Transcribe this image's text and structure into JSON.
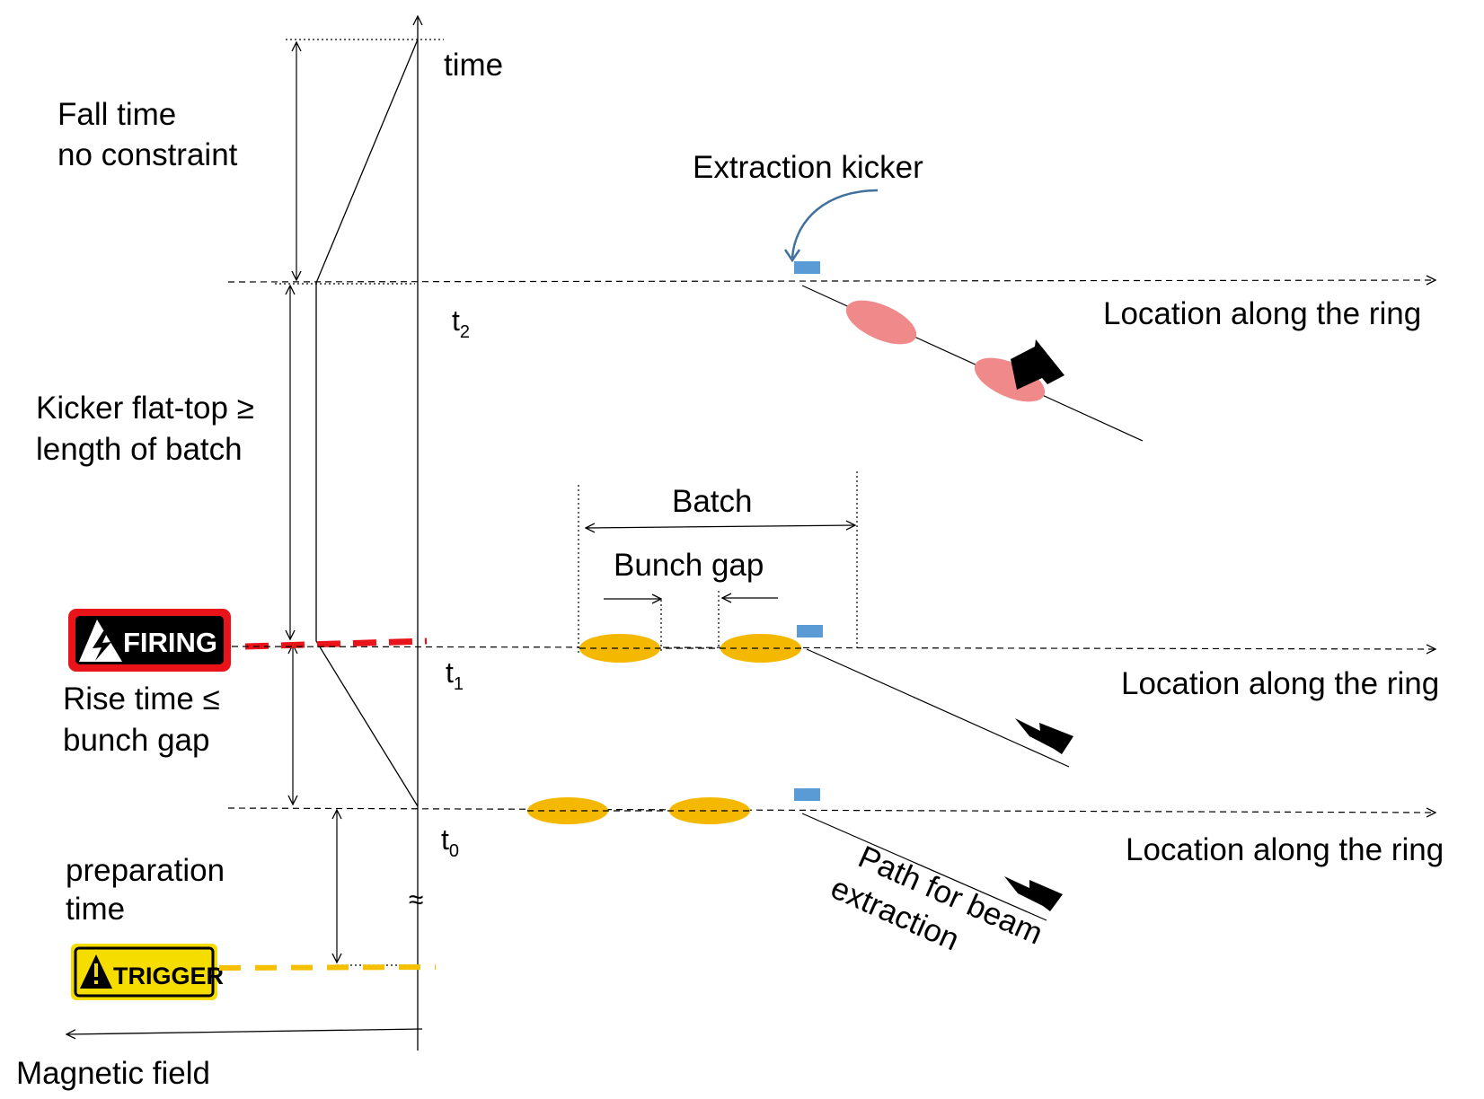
{
  "labels": {
    "time_axis": "time",
    "magnetic_axis": "Magnetic field",
    "fall_time_1": "Fall time",
    "fall_time_2": "no constraint",
    "flat_top_1": "Kicker flat-top ≥",
    "flat_top_2": "length of batch",
    "rise_time_1": "Rise time ≤",
    "rise_time_2": "bunch gap",
    "prep_1": "preparation",
    "prep_2": "time",
    "extraction_kicker": "Extraction kicker",
    "batch": "Batch",
    "bunch_gap": "Bunch gap",
    "location_t2": "Location along the ring",
    "location_t1": "Location along the ring",
    "location_t0": "Location along the ring",
    "path_1": "Path for beam",
    "path_2": "extraction",
    "t2_base": "t",
    "t2_sub": "2",
    "t1_base": "t",
    "t1_sub": "1",
    "t0_base": "t",
    "t0_sub": "0",
    "approx": "≈",
    "firing": "FIRING",
    "trigger": "TRIGGER"
  },
  "icons": {
    "firing_icon": "lightning-warning-icon",
    "trigger_icon": "exclamation-warning-icon"
  },
  "colors": {
    "firing_red": "#e8141a",
    "trigger_yellow": "#f5c000",
    "bunch_orange": "#f5b800",
    "extracted_bunch_pink": "#f08a8a",
    "kicker_blue": "#5b9bd5",
    "curve_blue": "#41719c",
    "line_black": "#000000"
  }
}
